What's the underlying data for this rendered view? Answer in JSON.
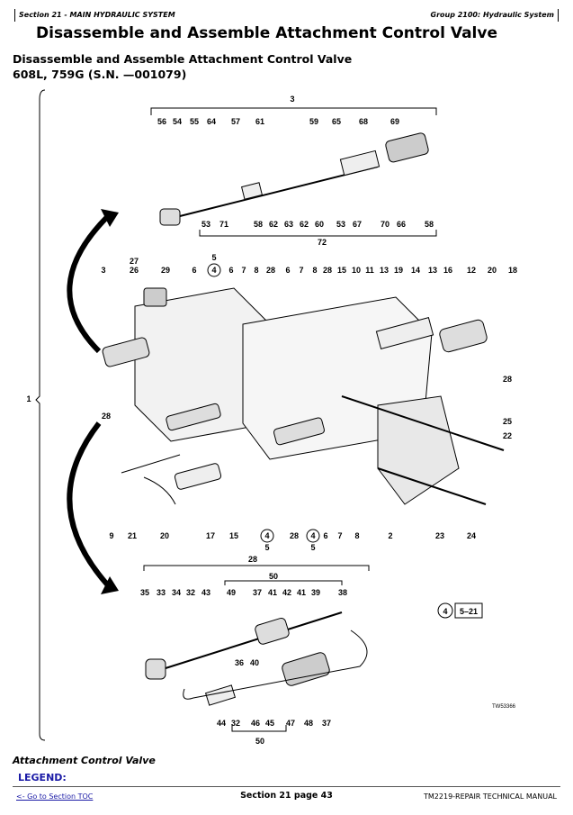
{
  "header": {
    "section": "Section 21 - MAIN HYDRAULIC SYSTEM",
    "group": "Group 2100: Hydraulic System"
  },
  "title": "Disassemble and Assemble Attachment Control Valve",
  "subtitle": "Disassemble and Assemble Attachment Control Valve",
  "models": "608L, 759G (S.N. —001079)",
  "figure": {
    "top_row": [
      "56",
      "54",
      "55",
      "64",
      "57",
      "61",
      "59",
      "65",
      "68",
      "69"
    ],
    "top_bottom_row": [
      "53",
      "71",
      "58",
      "62",
      "63",
      "62",
      "60",
      "53",
      "67",
      "70",
      "66",
      "58"
    ],
    "top_group": "3",
    "top_sub_group": "72",
    "mid_row": [
      "3",
      "26",
      "29",
      "6",
      "5",
      "6",
      "7",
      "8",
      "28",
      "6",
      "7",
      "8",
      "28",
      "15",
      "10",
      "11",
      "13",
      "19",
      "14",
      "13",
      "16",
      "12",
      "20",
      "18"
    ],
    "mid_extra": {
      "n27": "27",
      "n1": "1",
      "n28a": "28",
      "n28b": "28",
      "n25": "25",
      "n22": "22",
      "n4a": "4"
    },
    "bottom_row": [
      "9",
      "21",
      "20",
      "17",
      "15",
      "4",
      "28",
      "4",
      "6",
      "7",
      "8",
      "2",
      "23",
      "24"
    ],
    "bottom_fives": [
      "5",
      "5"
    ],
    "low_group": "28",
    "low_sub_group": "50",
    "low_row": [
      "35",
      "33",
      "34",
      "32",
      "43",
      "49",
      "37",
      "41",
      "42",
      "41",
      "39",
      "38"
    ],
    "low_mid": [
      "36",
      "40"
    ],
    "low_bottom": [
      "44",
      "32",
      "46",
      "45",
      "47",
      "48",
      "37"
    ],
    "low_sub_bottom": "50",
    "ref_circle": "4",
    "ref_page": "5–21",
    "drawing_id": "TW53366"
  },
  "caption": "Attachment Control Valve",
  "legend": "LEGEND:",
  "footer": {
    "toc": "<- Go to Section TOC",
    "page": "Section 21 page 43",
    "manual": "TM2219-REPAIR TECHNICAL MANUAL"
  }
}
